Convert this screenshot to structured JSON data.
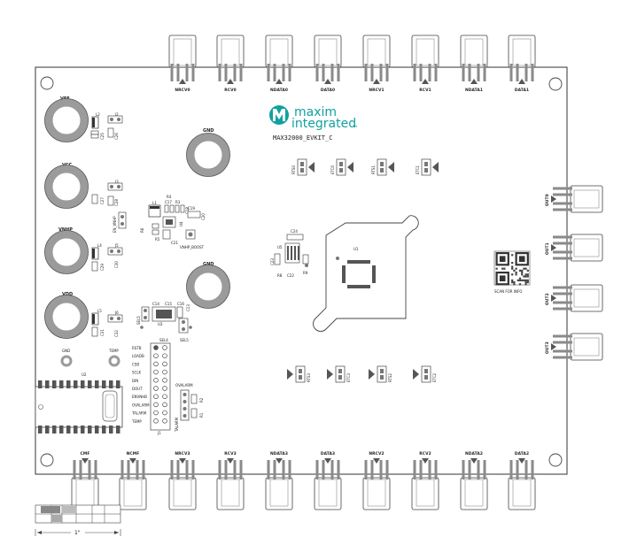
{
  "board": {
    "part_label": "MAX32000_EVKIT_C",
    "logo": {
      "word1": "maxim",
      "word2": "integrated",
      "tm": "TM",
      "color": "#12a0a0"
    },
    "qr_caption": "SCAN FOR INFO",
    "colors": {
      "outline": "#333333",
      "pad_gray": "#8a8a8a",
      "ring_gray": "#9b9b9b",
      "teal": "#12a0a0"
    }
  },
  "connectors": {
    "top": [
      "NRCV0",
      "RCV0",
      "NDATA0",
      "DATA0",
      "NRCV1",
      "RCV1",
      "NDATA1",
      "DATA1"
    ],
    "bottom": [
      "CMF",
      "NCMF",
      "NRCV3",
      "RCV3",
      "NDATA3",
      "DATA3",
      "NRCV2",
      "RCV2",
      "NDATA2",
      "DATA2"
    ],
    "right": [
      "OUT0",
      "OUT1",
      "OUT2",
      "OUT3"
    ]
  },
  "power": {
    "terminals": [
      "VEE",
      "VCC",
      "VNHP",
      "VDD"
    ],
    "gnd1": "GND",
    "gnd2": "GND",
    "gnd_small": "GND",
    "temp": "TEMP"
  },
  "refs": {
    "L2": "L2",
    "J2": "J2",
    "C26": "C26",
    "C25": "C25",
    "J3": "J3",
    "C27": "C27",
    "C28": "C28",
    "L4": "L4",
    "J5": "J5",
    "C29": "C29",
    "C30": "C30",
    "EN_VNHP": "EN_VNHP",
    "L5": "L5",
    "J6": "J6",
    "C31": "C31",
    "C32": "C32",
    "L1": "L1",
    "R4": "R4",
    "C17": "C17",
    "R3": "R3",
    "C18": "C18",
    "C19": "C19",
    "C20": "C20",
    "U4": "U4",
    "C21": "C21",
    "R5": "R5",
    "R6": "R6",
    "VNHP_BOOST": "VNHP_BOOST",
    "C14": "C14",
    "C15": "C15",
    "C16": "C16",
    "C13": "C13",
    "U3": "U3",
    "SEL4": "SEL4",
    "SEL5": "SEL5",
    "U2": "U2",
    "J1": "J1",
    "U1": "U1",
    "U5": "U5",
    "C24": "C24",
    "C23": "C23",
    "C22": "C22",
    "R8": "R8",
    "R9": "R9",
    "OVALARM": "OVALARM",
    "TALARM": "TALARM",
    "R1": "R1",
    "R2": "R2"
  },
  "leds_top": [
    "RTS0",
    "ETC0",
    "RTS1",
    "ETC1"
  ],
  "leds_bottom": [
    "RTS3",
    "ETC3",
    "RTS2",
    "ETC2"
  ],
  "header_pins": [
    "RSTB",
    "LOADB",
    "CSB",
    "SCLK",
    "DIN",
    "DOUT",
    "ENVNHB",
    "OVALARM",
    "TALARM",
    "TEMP"
  ],
  "ruler": {
    "label": "1\""
  }
}
